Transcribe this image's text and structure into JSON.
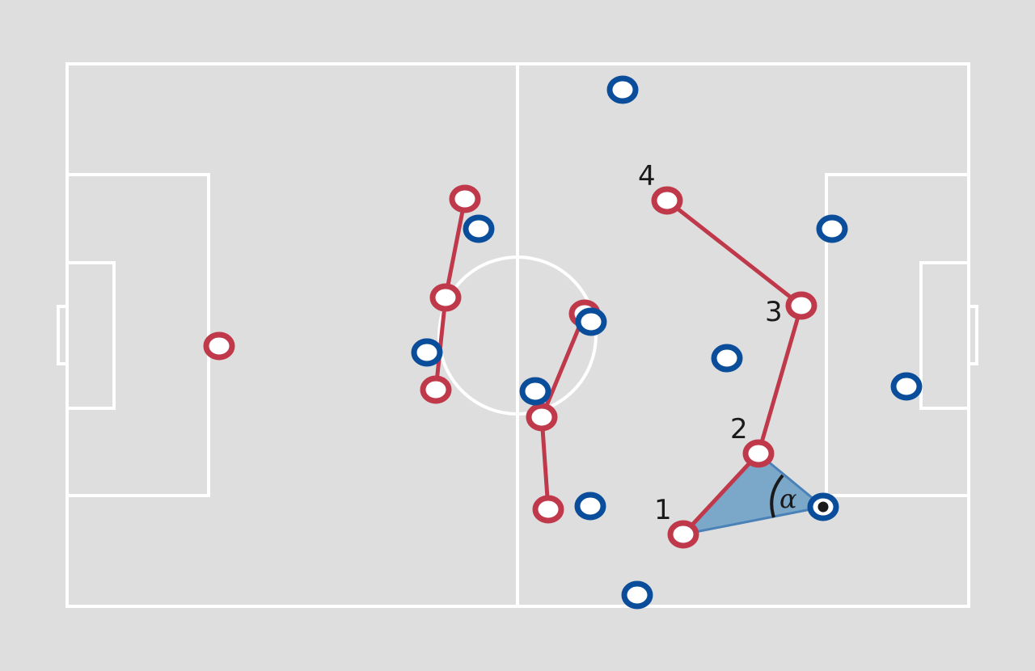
{
  "colors": {
    "background": "#dedede",
    "lines": "#ffffff",
    "red_team": "#c0394b",
    "blue_team": "#0a4e9b",
    "angle_fill": "#6a9dc6",
    "ball": "#1a1a1a"
  },
  "labels": {
    "p1": "1",
    "p2": "2",
    "p3": "3",
    "p4": "4",
    "angle": "α"
  }
}
